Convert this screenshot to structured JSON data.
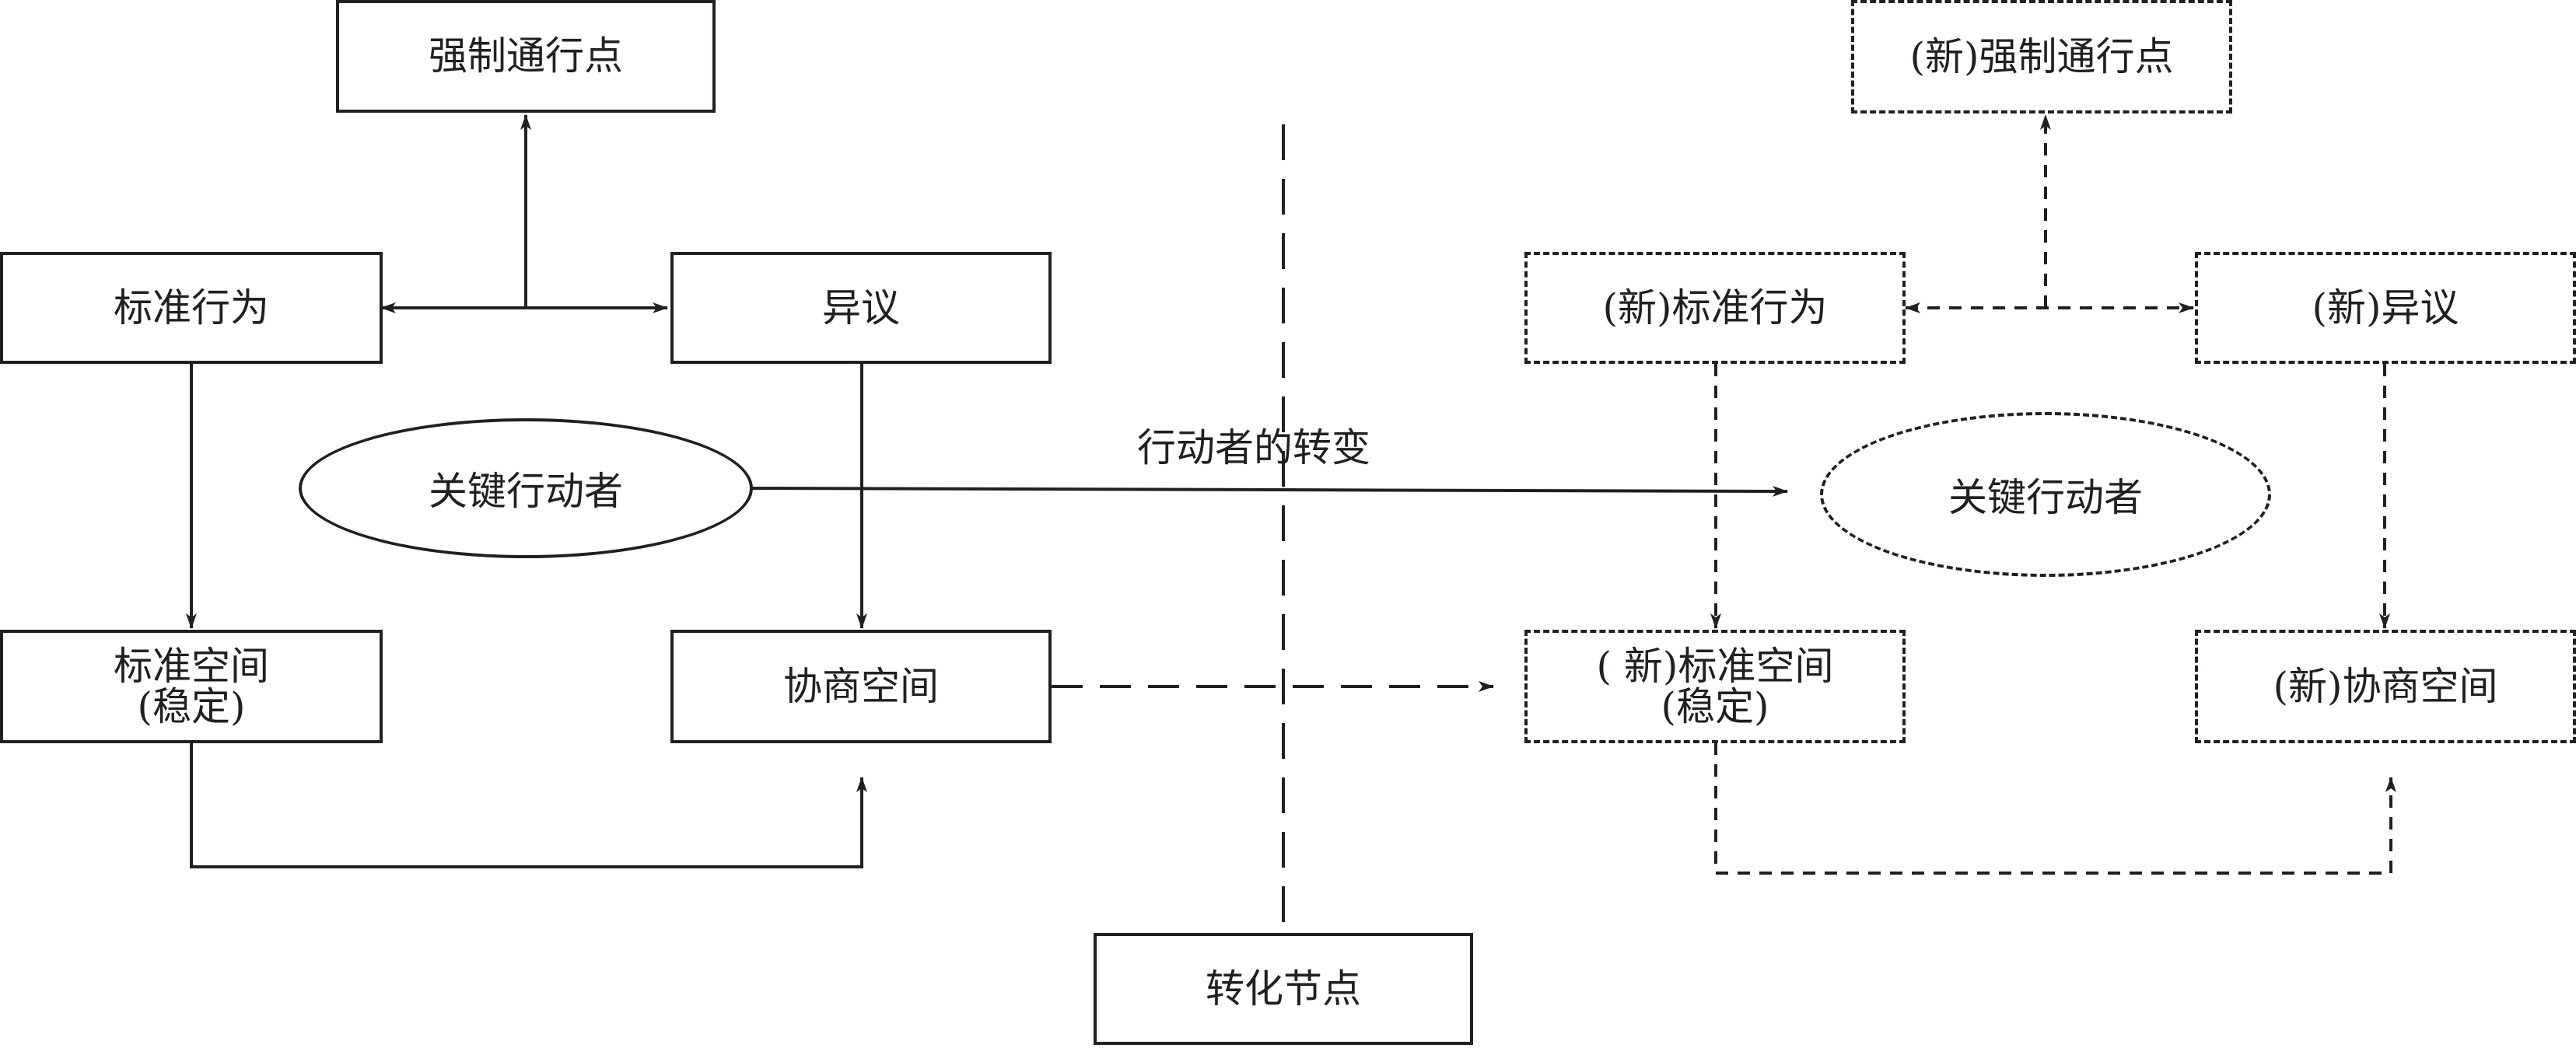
{
  "colors": {
    "stroke": "#231f20",
    "background": "#ffffff"
  },
  "left": {
    "opp": "强制通行点",
    "standard_behavior": "标准行为",
    "objection": "异议",
    "key_actor": "关键行动者",
    "standard_space_line1": "标准空间",
    "standard_space_line2": "(稳定)",
    "negotiation_space": "协商空间"
  },
  "right": {
    "opp": "(新)强制通行点",
    "standard_behavior": "(新)标准行为",
    "objection": "(新)异议",
    "key_actor": "关键行动者",
    "standard_space_line1": "( 新)标准空间",
    "standard_space_line2": "(稳定)",
    "negotiation_space": "(新)协商空间"
  },
  "transition": {
    "actor_shift_label": "行动者的转变",
    "node_label": "转化节点"
  }
}
